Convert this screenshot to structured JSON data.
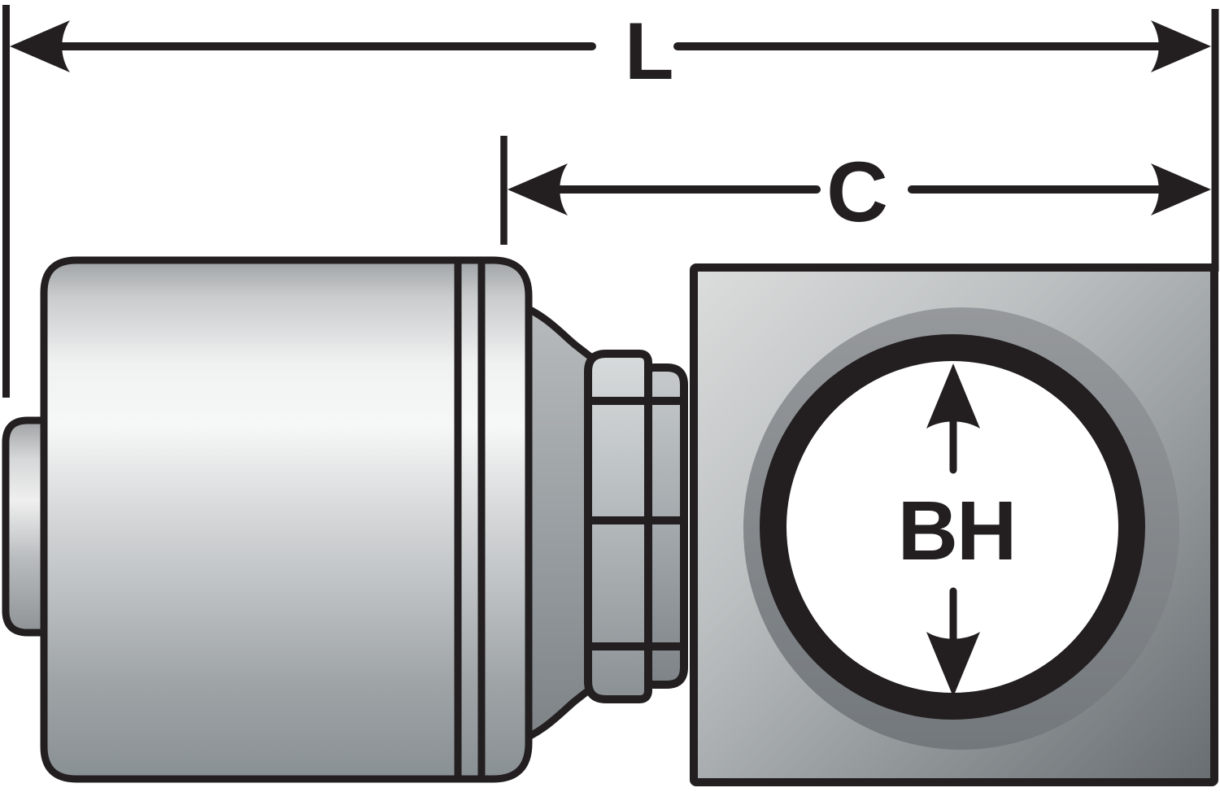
{
  "diagram": {
    "background": "#ffffff",
    "ink": "#231f20",
    "dimension_labels": {
      "overall_length": "L",
      "cutoff_length": "C",
      "banjo_hole_diameter": "BH"
    },
    "colors": {
      "metal_highlight": "#f6f7f7",
      "metal_light": "#d7d9da",
      "metal_mid": "#aeb2b5",
      "metal_dark": "#899094",
      "cone_gray": "#9aa0a3",
      "nut_light": "#d8dbdc",
      "nut_dark": "#8a9093",
      "block_light": "#dcdddd",
      "block_dark": "#686d71",
      "bevel_gray": "#8a8e91",
      "bore_fill": "#ffffff"
    }
  }
}
